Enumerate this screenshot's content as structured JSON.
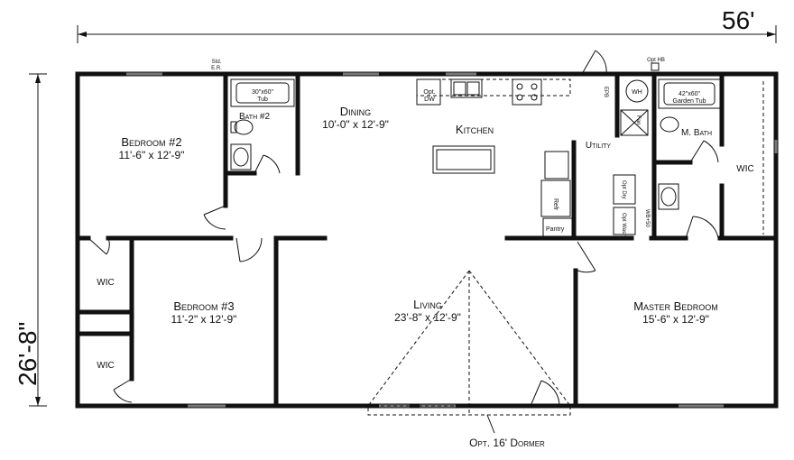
{
  "dimensions": {
    "width": "56'",
    "depth": "26'-8\""
  },
  "rooms": {
    "bedroom2": {
      "name": "Bedroom #2",
      "size": "11'-6\" x 12'-9\""
    },
    "bedroom3": {
      "name": "Bedroom #3",
      "size": "11'-2\" x 12'-9\""
    },
    "dining": {
      "name": "Dining",
      "size": "10'-0\" x 12'-9\""
    },
    "kitchen": {
      "name": "Kitchen"
    },
    "living": {
      "name": "Living",
      "size": "23'-8\" x 12'-9\""
    },
    "master_bedroom": {
      "name": "Master Bedroom",
      "size": "15'-6\" x 12'-9\""
    },
    "bath2": {
      "name": "Bath #2"
    },
    "master_bath": {
      "name": "M. Bath"
    },
    "utility": {
      "name": "Utility"
    },
    "wic_left_top": {
      "name": "WIC"
    },
    "wic_left_bottom": {
      "name": "WIC"
    },
    "wic_master": {
      "name": "WIC"
    }
  },
  "fixtures": {
    "tub": "30\"x60\"",
    "tub_sub": "Tub",
    "garden_tub": "42\"x60\"",
    "garden_tub_sub": "Garden Tub",
    "std_er_1": "Std.",
    "std_er_2": "E.R.",
    "opt_hb": "Opt HB",
    "wh": "WH",
    "fan": "Fan",
    "epb": "EPB",
    "opt_dw_1": "Opt.",
    "opt_dw_2": "DW",
    "refr": "Refr",
    "pantry": "Pantry",
    "opt_dry": "Opt Dry",
    "opt_wash": "Opt Wash",
    "wb50": "WB+50"
  },
  "options": {
    "dormer": "Opt. 16' Dormer"
  }
}
